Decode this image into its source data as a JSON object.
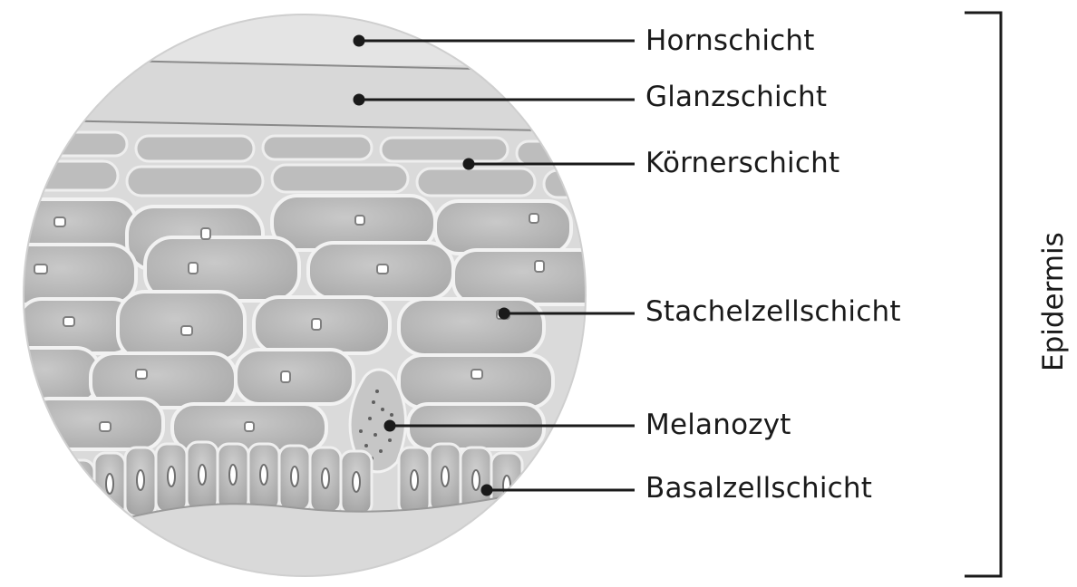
{
  "diagram": {
    "layers": [
      {
        "id": "hornschicht",
        "label": "Hornschicht"
      },
      {
        "id": "glanzschicht",
        "label": "Glanzschicht"
      },
      {
        "id": "koernerschicht",
        "label": "Körnerschicht"
      },
      {
        "id": "stachelzellschicht",
        "label": "Stachelzellschicht"
      },
      {
        "id": "melanozyt",
        "label": "Melanozyt"
      },
      {
        "id": "basalzellschicht",
        "label": "Basalzellschicht"
      }
    ],
    "bracket_label": "Epidermis"
  }
}
